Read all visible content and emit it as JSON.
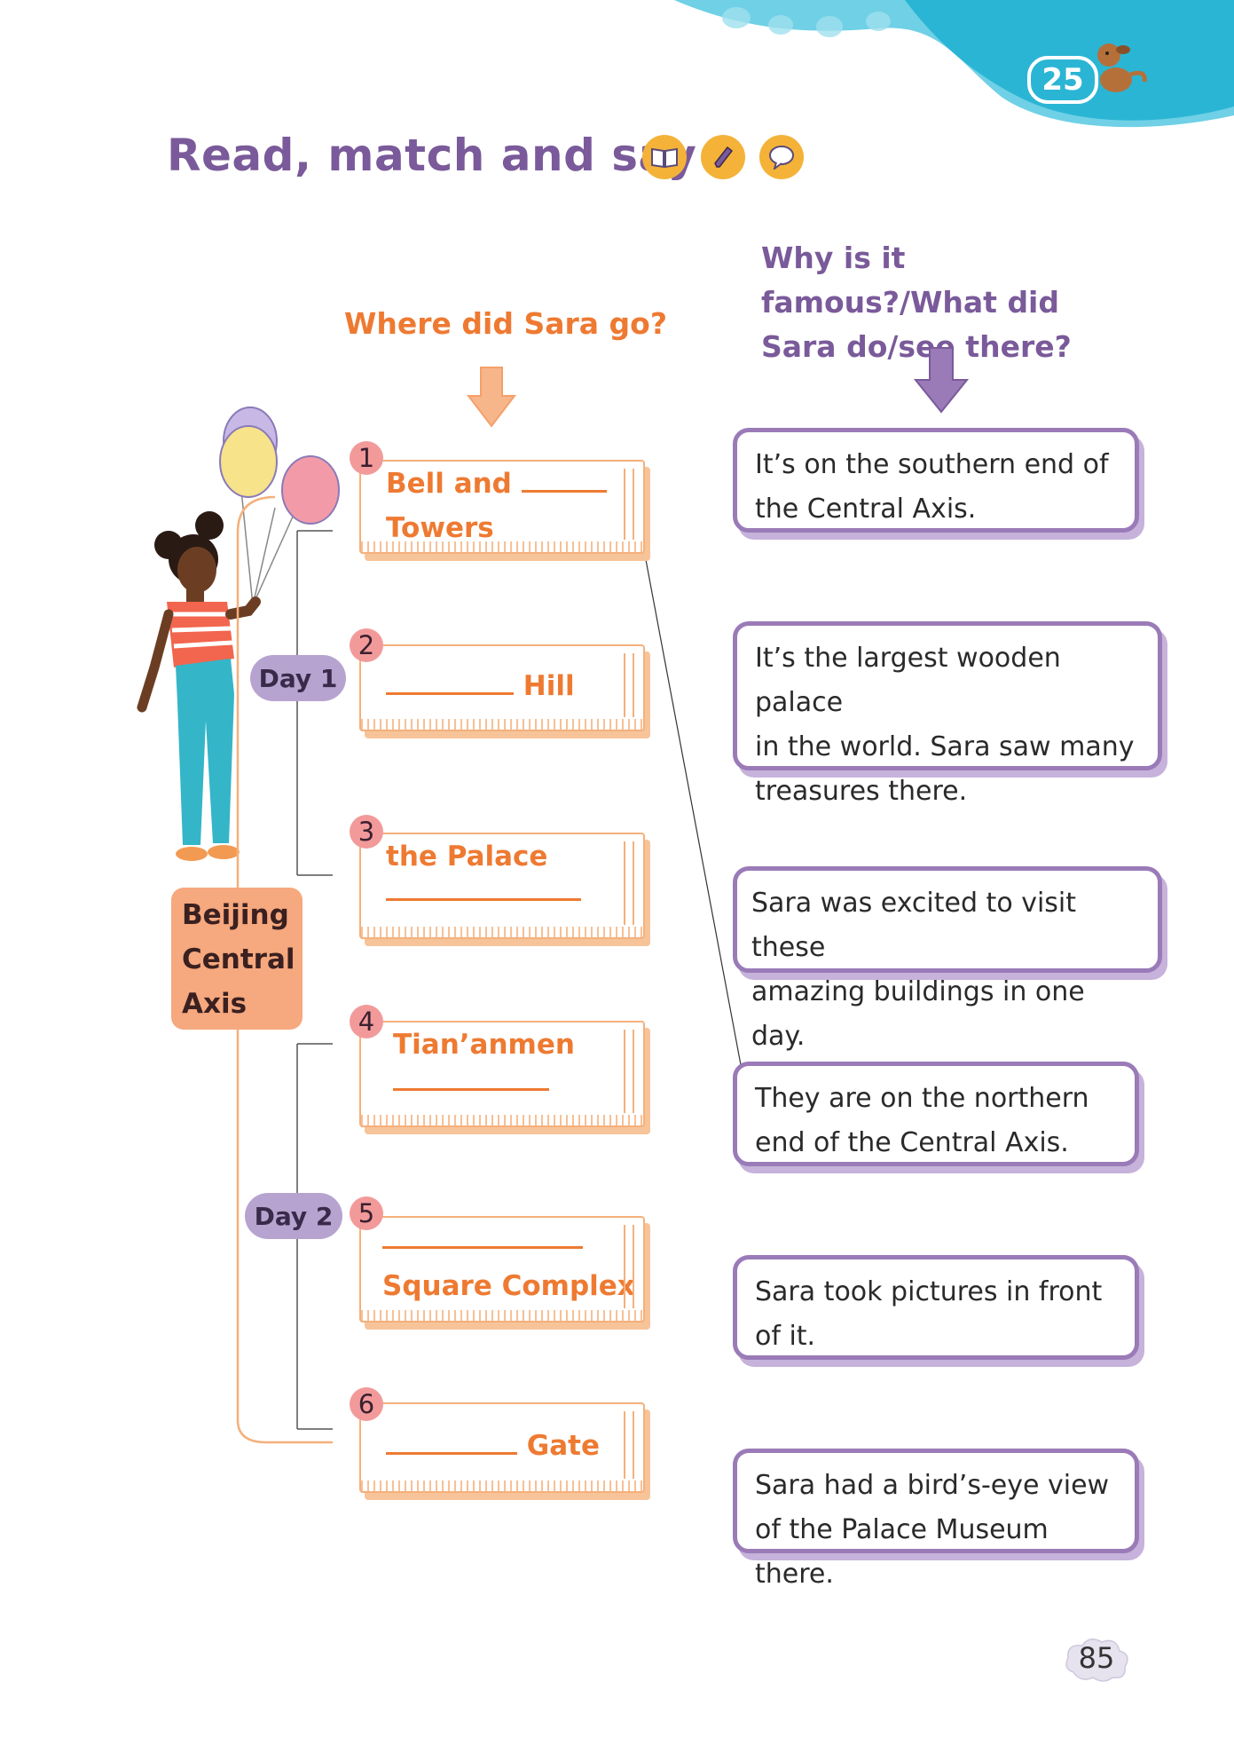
{
  "unit_number": "25",
  "title": "Read, match and say",
  "activity_icons": [
    "book-icon",
    "pencil-icon",
    "speech-bubble-icon"
  ],
  "left_heading": "Where did Sara go?",
  "right_heading": "Why is it famous?/What did Sara do/see there?",
  "days": [
    "Day 1",
    "Day 2"
  ],
  "axis_label": [
    "Beijing",
    "Central",
    "Axis"
  ],
  "places": [
    {
      "number": "1",
      "line1": "Bell and",
      "line2": "Towers"
    },
    {
      "number": "2",
      "line1": "Hill"
    },
    {
      "number": "3",
      "line1": "the Palace"
    },
    {
      "number": "4",
      "line1": "Tian’anmen"
    },
    {
      "number": "5",
      "line1": "Square Complex"
    },
    {
      "number": "6",
      "line1": "Gate"
    }
  ],
  "facts": [
    {
      "lines": [
        "It’s on the southern end of",
        "the Central Axis."
      ]
    },
    {
      "lines": [
        "It’s the largest wooden palace",
        "in the world. Sara saw many",
        "treasures there."
      ]
    },
    {
      "lines": [
        "Sara was excited to visit these",
        "amazing buildings in one day."
      ]
    },
    {
      "lines": [
        "They are on the northern",
        "end of the Central Axis."
      ]
    },
    {
      "lines": [
        "Sara took pictures in front",
        "of it."
      ]
    },
    {
      "lines": [
        "Sara had a bird’s-eye view",
        "of the Palace Museum there."
      ]
    }
  ],
  "page_number": "85",
  "colors": {
    "orange": "#ee7a32",
    "purple": "#7a5a9a",
    "teal": "#2bb5d4",
    "peach": "#f6a87e",
    "lavender": "#b7a3cf"
  }
}
